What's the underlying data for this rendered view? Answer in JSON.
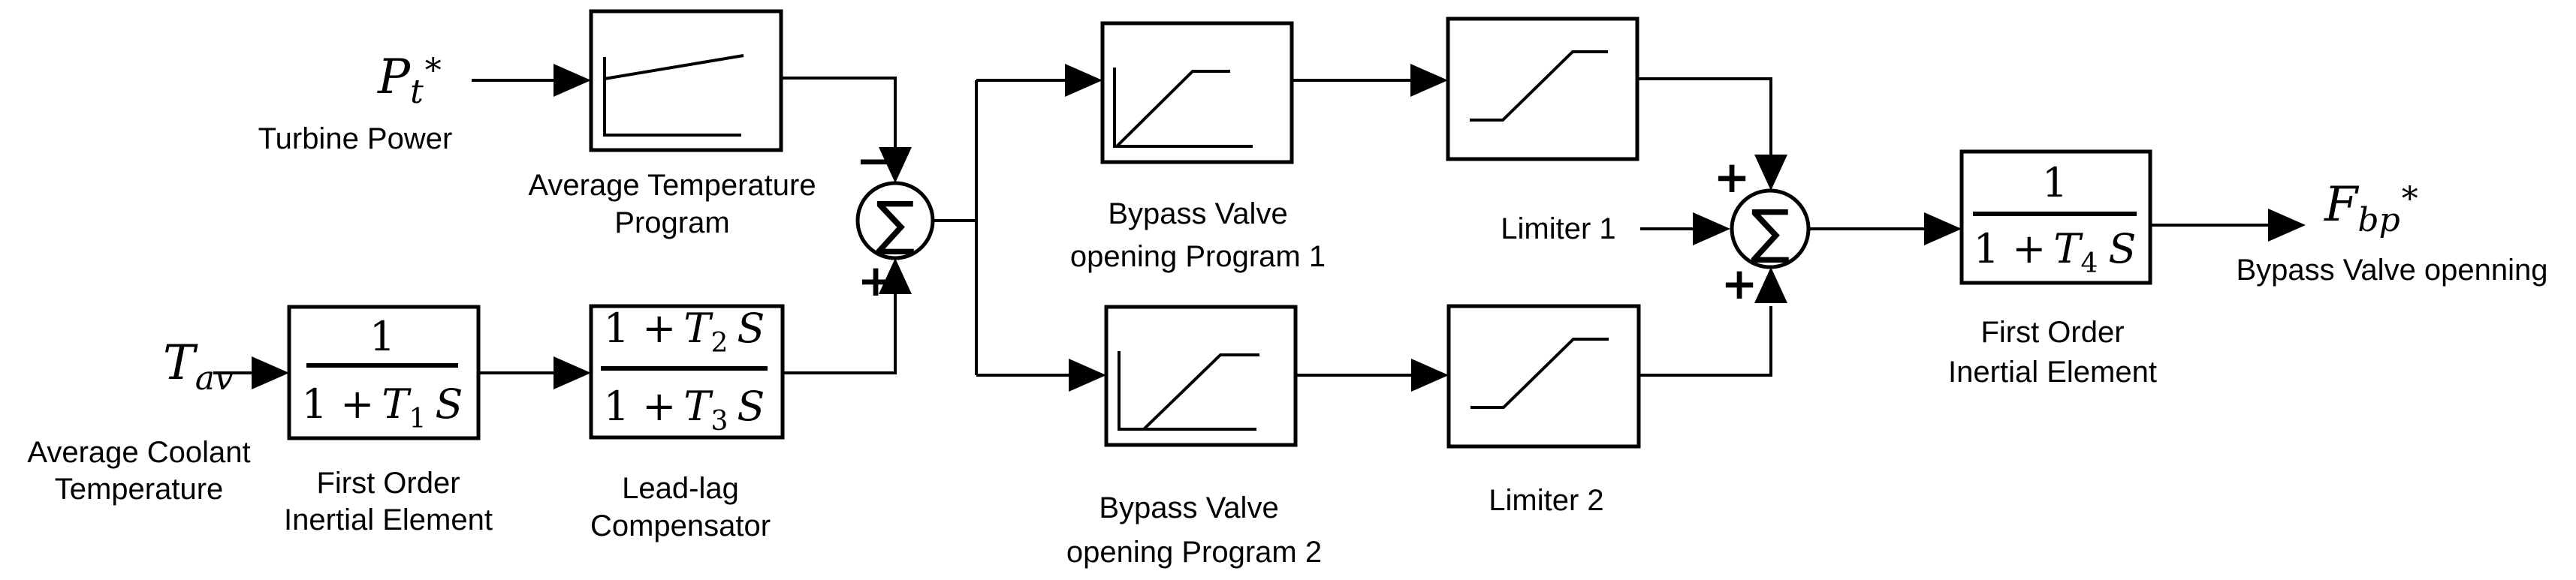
{
  "colors": {
    "background": "#ffffff",
    "line": "#000000"
  },
  "inputs": {
    "turbine_power": {
      "sym": "P",
      "sub": "t",
      "sup": "*",
      "label": "Turbine Power"
    },
    "avg_coolant_temp": {
      "sym": "T",
      "sub": "av",
      "label_line1": "Average Coolant",
      "label_line2": "Temperature"
    }
  },
  "output": {
    "sym": "F",
    "sub": "bp",
    "sup": "*",
    "label": "Bypass Valve openning"
  },
  "blocks": {
    "avg_temp_program": {
      "label_line1": "Average Temperature",
      "label_line2": "Program",
      "icon": "rising-line-graph-icon"
    },
    "first_order_1": {
      "numerator": "1",
      "den_pre": "1 +",
      "den_var": "T",
      "den_sub": "1",
      "den_s": "S",
      "label_line1": "First Order",
      "label_line2": "Inertial Element"
    },
    "lead_lag": {
      "num_pre": "1 +",
      "num_var": "T",
      "num_sub": "2",
      "num_s": "S",
      "den_pre": "1 +",
      "den_var": "T",
      "den_sub": "3",
      "den_s": "S",
      "label_line1": "Lead-lag",
      "label_line2": "Compensator"
    },
    "bypass_program_1": {
      "label_line1": "Bypass Valve",
      "label_line2": "opening Program 1",
      "icon": "ramp-saturation-graph-icon"
    },
    "bypass_program_2": {
      "label_line1": "Bypass Valve",
      "label_line2": "opening Program 2",
      "icon": "ramp-saturation-graph-icon"
    },
    "limiter_1": {
      "label": "Limiter 1",
      "icon": "saturation-curve-icon"
    },
    "limiter_2": {
      "label": "Limiter 2",
      "icon": "saturation-curve-icon"
    },
    "first_order_4": {
      "numerator": "1",
      "den_pre": "1 +",
      "den_var": "T",
      "den_sub": "4",
      "den_s": "S",
      "label_line1": "First Order",
      "label_line2": "Inertial Element"
    }
  },
  "summing_junctions": {
    "sum1": {
      "symbol": "∑",
      "top_sign": "−",
      "bottom_sign": "+"
    },
    "sum2": {
      "symbol": "∑",
      "top_sign": "+",
      "bottom_sign": "+"
    }
  }
}
